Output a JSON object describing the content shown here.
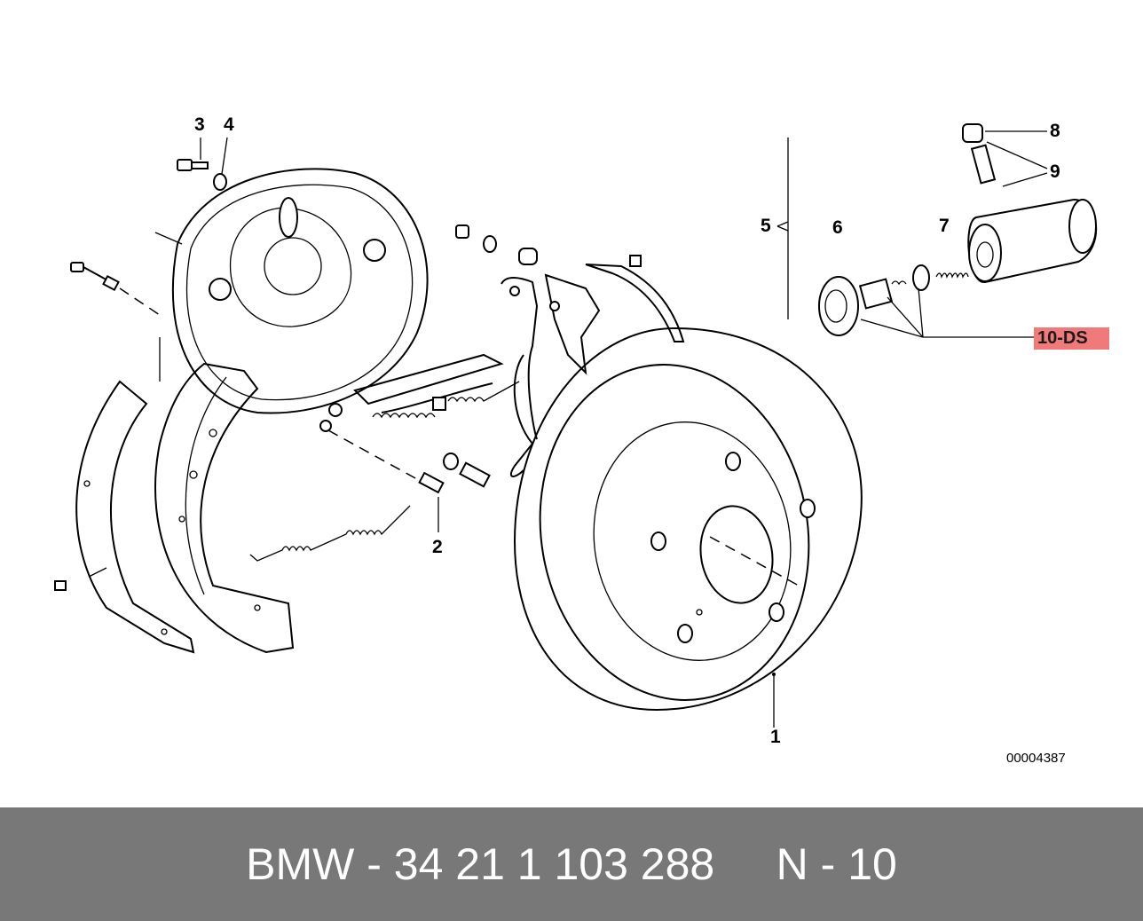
{
  "callouts": {
    "c1": "1",
    "c2": "2",
    "c3": "3",
    "c4": "4",
    "c5": "5",
    "c6": "6",
    "c7": "7",
    "c8": "8",
    "c9": "9",
    "c10": "10-DS"
  },
  "highlight_color": "#f07a7a",
  "drawing_code": "00004387",
  "footer": {
    "text": "BMW - 34 21 1 103 288     N - 10",
    "background": "#787878",
    "color": "#ffffff"
  }
}
